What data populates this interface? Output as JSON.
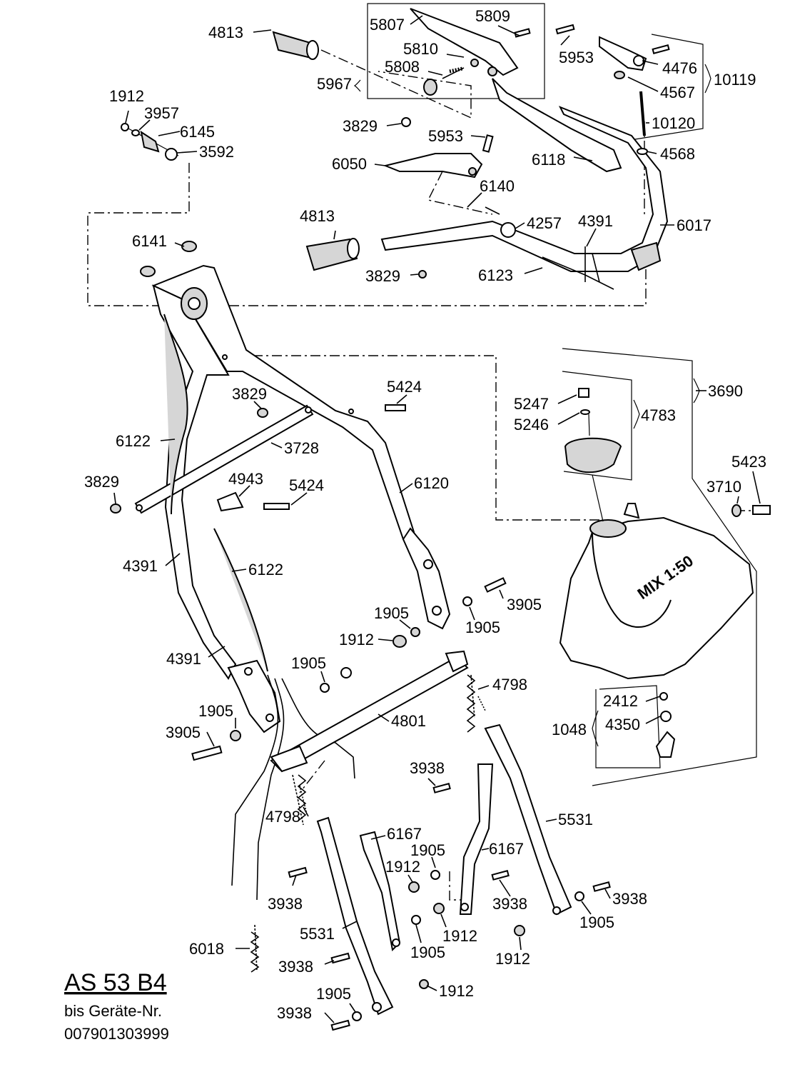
{
  "model": "AS 53 B4",
  "note_line1": "bis Geräte-Nr.",
  "note_line2": "007901303999",
  "tank_marking": "MIX 1:50",
  "parts": {
    "p4813a": "4813",
    "p5807": "5807",
    "p5809": "5809",
    "p5810": "5810",
    "p5808": "5808",
    "p5967": "5967",
    "p5953a": "5953",
    "p4476": "4476",
    "p4567": "4567",
    "p10119": "10119",
    "p1912a": "1912",
    "p3957": "3957",
    "p6145": "6145",
    "p3592": "3592",
    "p3829a": "3829",
    "p10120": "10120",
    "p5953b": "5953",
    "p4568": "4568",
    "p6050": "6050",
    "p6118": "6118",
    "p6140": "6140",
    "p4813b": "4813",
    "p4257": "4257",
    "p4391a": "4391",
    "p6017": "6017",
    "p6141": "6141",
    "p3829b": "3829",
    "p6123": "6123",
    "p3829c": "3829",
    "p5424a": "5424",
    "p5247": "5247",
    "p5246": "5246",
    "p4783": "4783",
    "p3690": "3690",
    "p6122a": "6122",
    "p3728": "3728",
    "p6120": "6120",
    "p5423": "5423",
    "p3829d": "3829",
    "p4943": "4943",
    "p5424b": "5424",
    "p3710": "3710",
    "p4391b": "4391",
    "p6122b": "6122",
    "p3905a": "3905",
    "p1905a": "1905",
    "p1905b": "1905",
    "p1912b": "1912",
    "p4391c": "4391",
    "p1905c": "1905",
    "p4798a": "4798",
    "p2412": "2412",
    "p1905d": "1905",
    "p4801": "4801",
    "p1048": "1048",
    "p4350": "4350",
    "p3905b": "3905",
    "p3938a": "3938",
    "p4798b": "4798",
    "p5531a": "5531",
    "p6167a": "6167",
    "p1905e": "1905",
    "p6167b": "6167",
    "p1912c": "1912",
    "p3938b": "3938",
    "p3938c": "3938",
    "p3938d": "3938",
    "p1905f": "1905",
    "p5531b": "5531",
    "p1912d": "1912",
    "p6018": "6018",
    "p1905g": "1905",
    "p1912e": "1912",
    "p3938e": "3938",
    "p1905h": "1905",
    "p1912f": "1912",
    "p3938f": "3938"
  }
}
